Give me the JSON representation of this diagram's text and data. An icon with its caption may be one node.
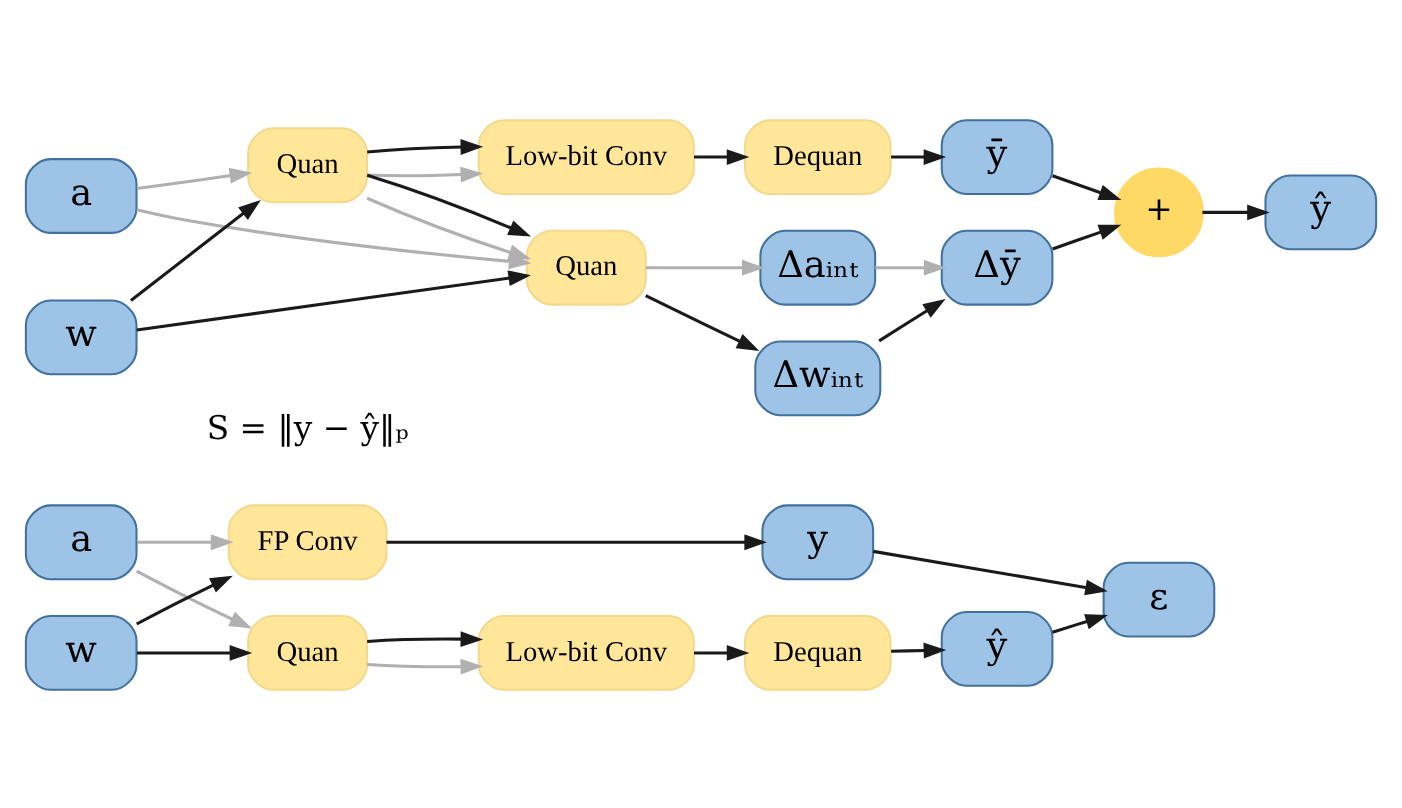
{
  "diagram": {
    "nodes": [
      {
        "text": [
          "a"
        ]
      },
      {
        "text": [
          "w"
        ]
      },
      {
        "text": [
          "FP Conv"
        ]
      },
      {
        "text": [
          "Quan"
        ]
      },
      {
        "text": [
          "Low-bit Conv"
        ]
      },
      {
        "text": [
          "Dequan"
        ]
      },
      {
        "text": [
          "y"
        ]
      },
      {
        "text": [
          "ŷ"
        ]
      },
      {
        "text": [
          "ε"
        ]
      },
      {
        "text": [
          "a"
        ]
      },
      {
        "text": [
          "w"
        ]
      },
      {
        "text": [
          "Quan"
        ]
      },
      {
        "text": [
          "Low-bit Conv"
        ]
      },
      {
        "text": [
          "Dequan"
        ]
      },
      {
        "text": [
          "ȳ"
        ]
      },
      {
        "text": [
          "+"
        ]
      },
      {
        "text": [
          "ŷ"
        ]
      },
      {
        "text": [
          "Quan"
        ]
      },
      {
        "text": [
          "Δaᵢₙₜ"
        ]
      },
      {
        "text": [
          "Δwᵢₙₜ"
        ]
      },
      {
        "text": [
          "Δȳ"
        ]
      }
    ],
    "edges": [
      {
        "from": 0,
        "to": 2,
        "arrow": "to",
        "color": "#b0b0b0"
      },
      {
        "from": 0,
        "to": 3,
        "arrow": "to",
        "color": "#b0b0b0"
      },
      {
        "from": 1,
        "to": 2,
        "arrow": "to"
      },
      {
        "from": 1,
        "to": 3,
        "arrow": "to"
      },
      {
        "from": 3,
        "to": 4,
        "arrow": "to",
        "color": "#b0b0b0"
      },
      {
        "from": 3,
        "to": 4,
        "arrow": "to"
      },
      {
        "from": 4,
        "to": 5,
        "arrow": "to"
      },
      {
        "from": 2,
        "to": 6,
        "arrow": "to"
      },
      {
        "from": 5,
        "to": 7,
        "arrow": "to"
      },
      {
        "from": 6,
        "to": 8,
        "arrow": "to"
      },
      {
        "from": 7,
        "to": 8,
        "arrow": "to"
      },
      {
        "from": 9,
        "to": 11,
        "arrow": "to",
        "color": "#b0b0b0"
      },
      {
        "from": 9,
        "to": 17,
        "arrow": "to",
        "color": "#b0b0b0"
      },
      {
        "from": 10,
        "to": 11,
        "arrow": "to"
      },
      {
        "from": 10,
        "to": 17,
        "arrow": "to"
      },
      {
        "from": 11,
        "to": 12,
        "arrow": "to",
        "color": "#b0b0b0"
      },
      {
        "from": 11,
        "to": 12,
        "arrow": "to"
      },
      {
        "from": 11,
        "to": 17,
        "arrow": "to",
        "color": "#b0b0b0"
      },
      {
        "from": 11,
        "to": 17,
        "arrow": "to"
      },
      {
        "from": 12,
        "to": 13,
        "arrow": "to"
      },
      {
        "from": 13,
        "to": 14,
        "arrow": "to"
      },
      {
        "from": 14,
        "to": 15,
        "arrow": "to"
      },
      {
        "from": 15,
        "to": 16,
        "arrow": "to"
      },
      {
        "from": 17,
        "to": 18,
        "arrow": "to",
        "color": "#b0b0b0"
      },
      {
        "from": 17,
        "to": 19,
        "arrow": "to"
      },
      {
        "from": 18,
        "to": 20,
        "arrow": "to",
        "color": "#b0b0b0"
      },
      {
        "from": 19,
        "to": 20,
        "arrow": "to"
      },
      {
        "from": 20,
        "to": 15,
        "arrow": "to"
      }
    ],
    "labels": [
      "S = ‖y − ŷ‖ₚ"
    ]
  }
}
